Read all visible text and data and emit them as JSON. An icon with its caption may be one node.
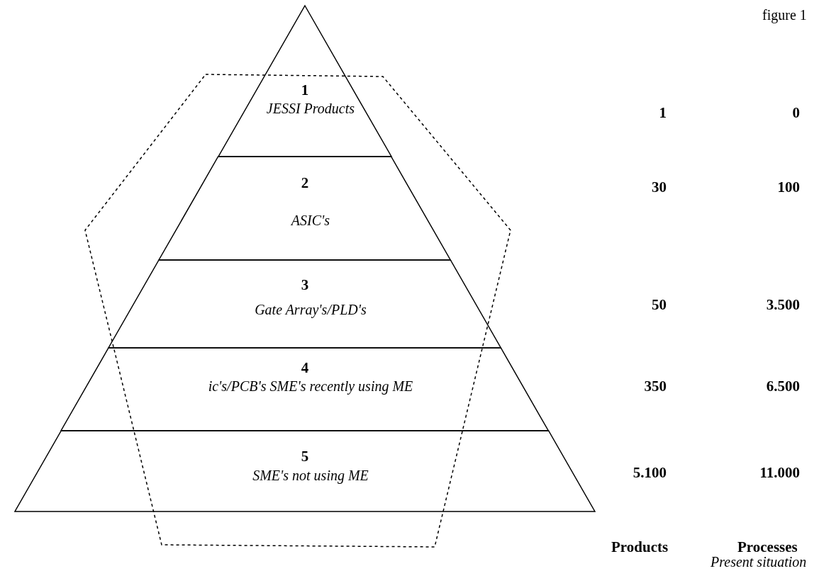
{
  "diagram": {
    "title": "figure 1",
    "nodes": [
      {
        "text": [
          "1",
          "JESSI Products"
        ]
      },
      {
        "text": [
          "2",
          "ASIC's"
        ]
      },
      {
        "text": [
          "3",
          "Gate Array's/PLD's"
        ]
      },
      {
        "text": [
          "4",
          "ic's/PCB's SME's recently using ME"
        ]
      },
      {
        "text": [
          "5",
          "SME's not using ME"
        ]
      }
    ],
    "labels": [
      "1",
      "0",
      "30",
      "100",
      "50",
      "3.500",
      "350",
      "6.500",
      "5.100",
      "11.000",
      "Products",
      "Processes",
      "Present situation"
    ]
  }
}
